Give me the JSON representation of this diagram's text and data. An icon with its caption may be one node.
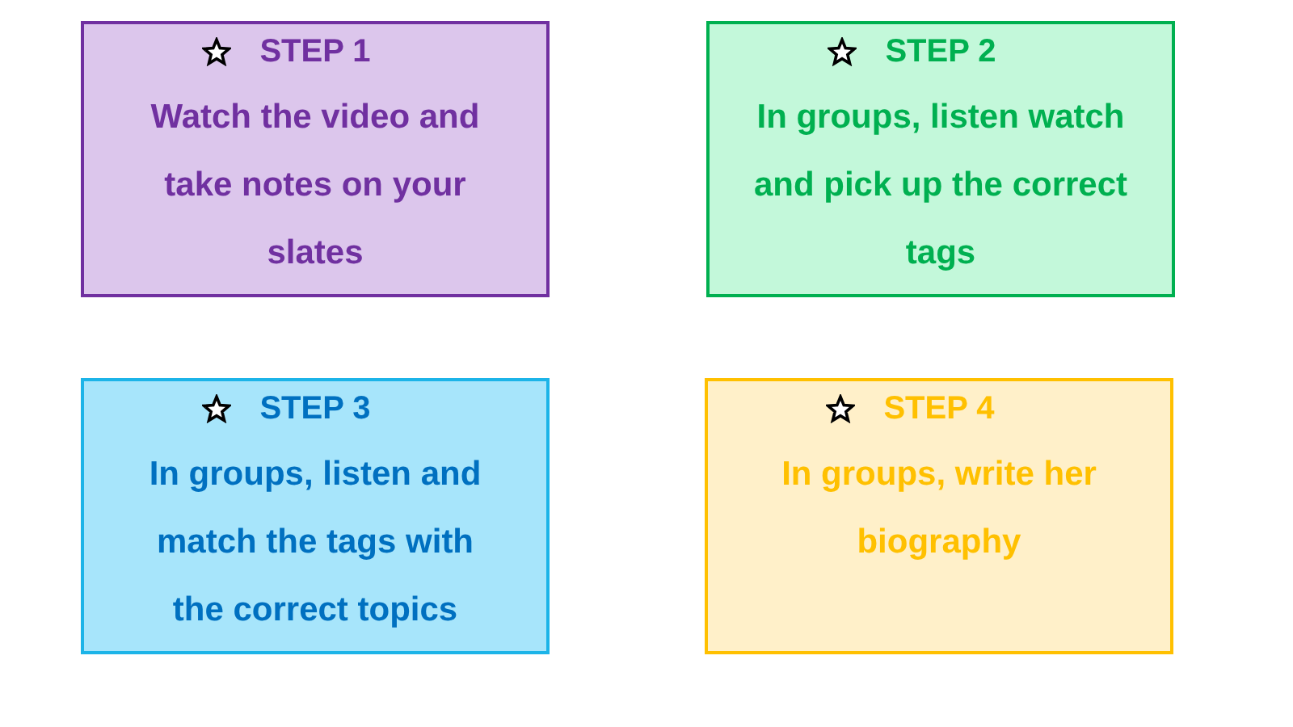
{
  "diagram": {
    "nodes": [
      {
        "text": [
          "STEP 1",
          "Watch the video and take notes on your slates"
        ]
      },
      {
        "text": [
          "STEP 2",
          "In groups, listen watch and pick up the correct tags"
        ]
      },
      {
        "text": [
          "STEP 3",
          "In groups, listen and match the tags with the correct topics"
        ]
      },
      {
        "text": [
          "STEP 4",
          "In groups, write her biography"
        ]
      }
    ]
  }
}
